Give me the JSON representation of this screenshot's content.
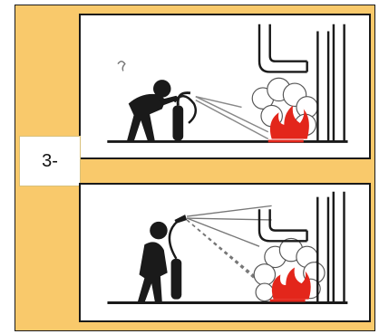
{
  "step": {
    "label": "3-"
  },
  "panels": [
    {
      "id": "top",
      "icons": [
        "person-icon",
        "extinguisher-icon",
        "fire-icon",
        "smoke-icon",
        "chimney-icon"
      ]
    },
    {
      "id": "bottom",
      "icons": [
        "person-icon",
        "extinguisher-icon",
        "fire-icon",
        "smoke-icon",
        "chimney-icon"
      ]
    }
  ],
  "colors": {
    "background": "#f9c96b",
    "panel": "#ffffff",
    "ink": "#1a1a1a",
    "fire": "#e3261b"
  }
}
